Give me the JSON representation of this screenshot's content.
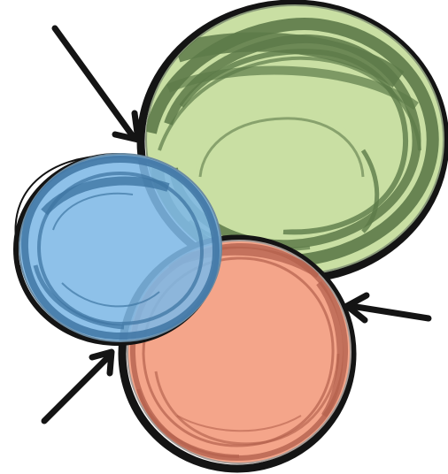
{
  "illustration": {
    "type": "sketched-overlapping-circles",
    "background": "#ffffff",
    "outline_color": "#141414",
    "circles": [
      {
        "id": "green",
        "fill": "#c9dfa3",
        "scribble": "#5d7a49"
      },
      {
        "id": "orange",
        "fill": "#f4a58a",
        "scribble": "#b4614d"
      },
      {
        "id": "blue",
        "fill": "#7eb8e6",
        "scribble": "#3f76a3"
      }
    ],
    "arrow_count": 3,
    "arrow_icon": "arrow-icon"
  }
}
